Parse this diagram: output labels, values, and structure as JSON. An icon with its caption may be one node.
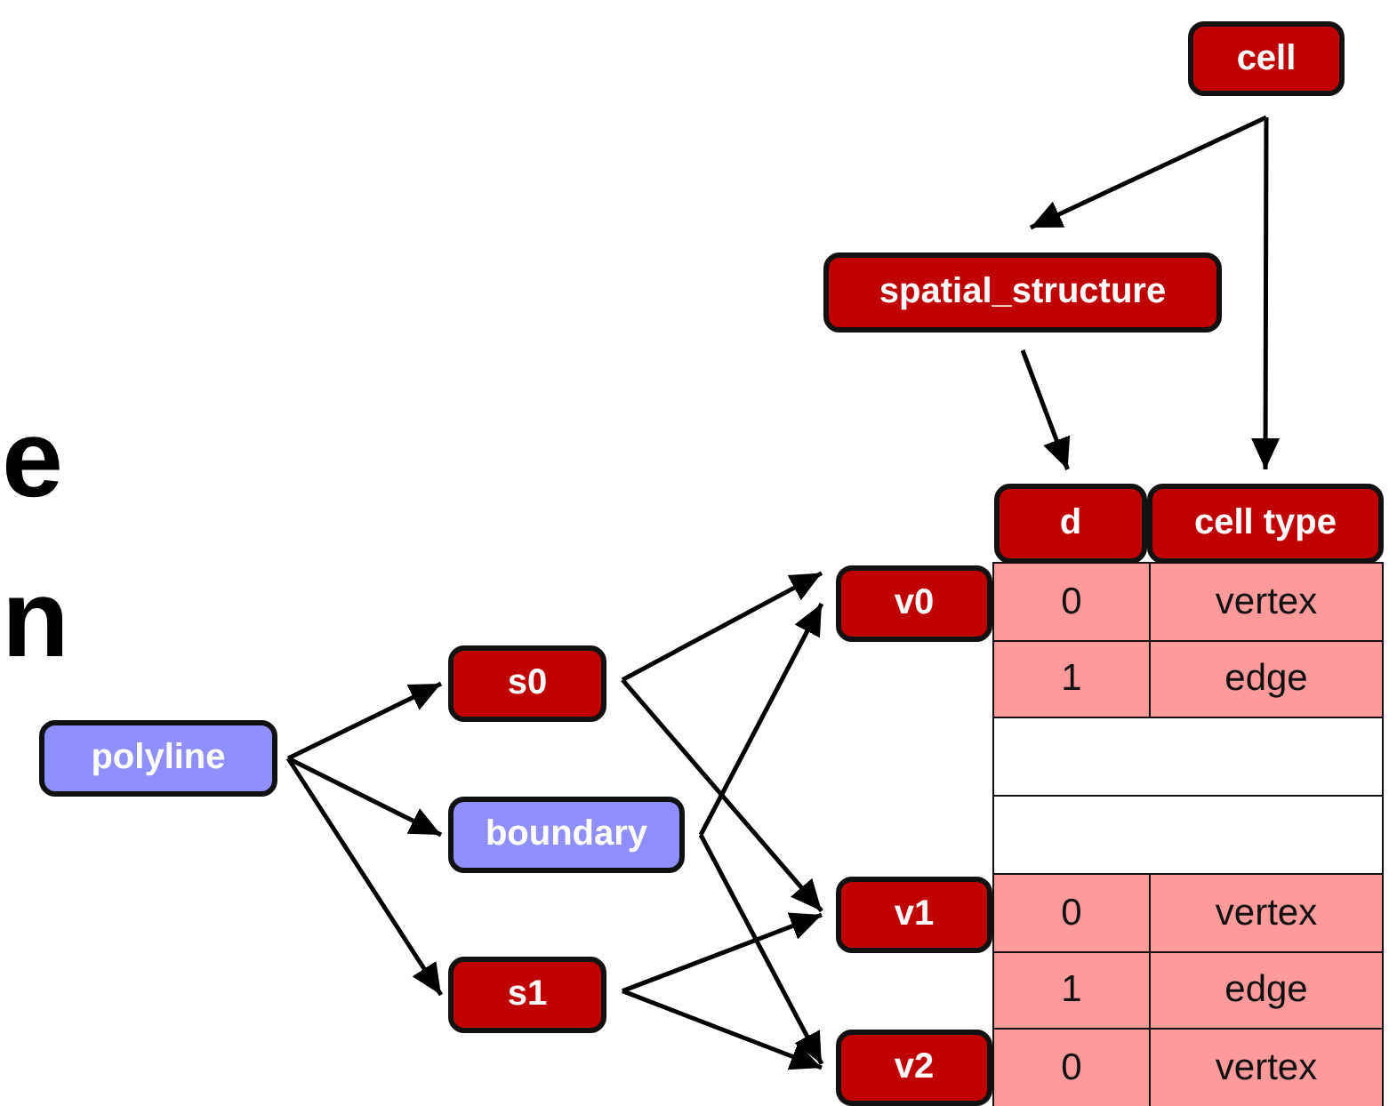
{
  "diagram": {
    "nodes": [
      {
        "text": [
          "cell"
        ]
      },
      {
        "text": [
          "spatial_structure"
        ]
      },
      {
        "text": [
          "d"
        ]
      },
      {
        "text": [
          "cell type"
        ]
      },
      {
        "text": [
          "v0"
        ]
      },
      {
        "text": [
          "s0"
        ]
      },
      {
        "text": [
          "polyline"
        ]
      },
      {
        "text": [
          "boundary"
        ]
      },
      {
        "text": [
          "v1"
        ]
      },
      {
        "text": [
          "s1"
        ]
      },
      {
        "text": [
          "v2"
        ]
      }
    ],
    "edges": [
      {
        "from": 0,
        "to": 1,
        "arrow": "to"
      },
      {
        "from": 0,
        "to": 3,
        "arrow": "to"
      },
      {
        "from": 1,
        "to": 2,
        "arrow": "to"
      },
      {
        "from": 6,
        "to": 5,
        "arrow": "to"
      },
      {
        "from": 6,
        "to": 7,
        "arrow": "to"
      },
      {
        "from": 6,
        "to": 9,
        "arrow": "to"
      },
      {
        "from": 5,
        "to": 4,
        "arrow": "to"
      },
      {
        "from": 5,
        "to": 8,
        "arrow": "to"
      },
      {
        "from": 7,
        "to": 4,
        "arrow": "to"
      },
      {
        "from": 7,
        "to": 10,
        "arrow": "to"
      },
      {
        "from": 9,
        "to": 8,
        "arrow": "to"
      },
      {
        "from": 9,
        "to": 10,
        "arrow": "to"
      }
    ],
    "labels": [
      "e",
      "n",
      "0",
      "vertex",
      "1",
      "edge",
      "0",
      "vertex",
      "1",
      "edge",
      "0",
      "vertex"
    ]
  }
}
